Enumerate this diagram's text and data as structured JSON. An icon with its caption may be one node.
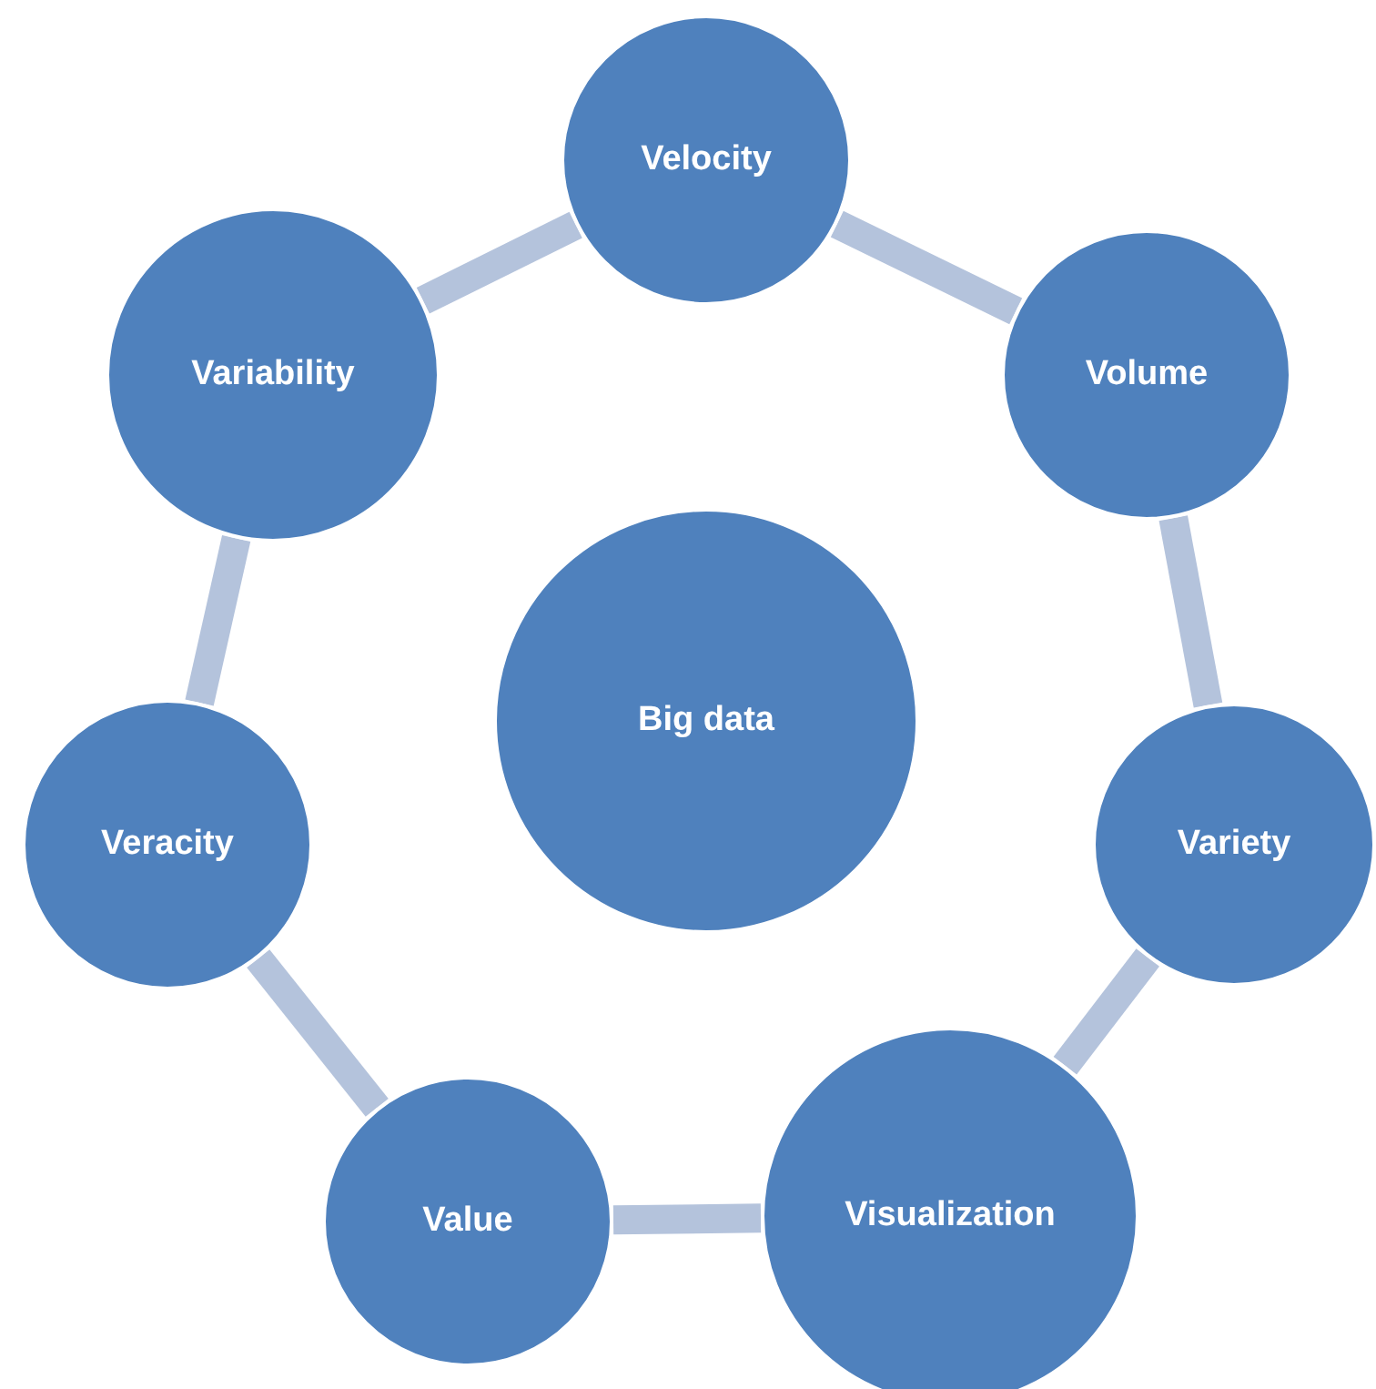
{
  "diagram": {
    "nodes": [
      {
        "text": [
          "Velocity"
        ]
      },
      {
        "text": [
          "Volume"
        ]
      },
      {
        "text": [
          "Variety"
        ]
      },
      {
        "text": [
          "Visualization"
        ]
      },
      {
        "text": [
          "Value"
        ]
      },
      {
        "text": [
          "Veracity"
        ]
      },
      {
        "text": [
          "Variability"
        ]
      },
      {
        "text": [
          "Big data"
        ]
      }
    ],
    "edges": [
      {
        "from": 0,
        "to": 1,
        "arrow": "none"
      },
      {
        "from": 1,
        "to": 2,
        "arrow": "none"
      },
      {
        "from": 2,
        "to": 3,
        "arrow": "none"
      },
      {
        "from": 3,
        "to": 4,
        "arrow": "none"
      },
      {
        "from": 4,
        "to": 5,
        "arrow": "none"
      },
      {
        "from": 5,
        "to": 6,
        "arrow": "none"
      },
      {
        "from": 6,
        "to": 0,
        "arrow": "none"
      }
    ]
  }
}
